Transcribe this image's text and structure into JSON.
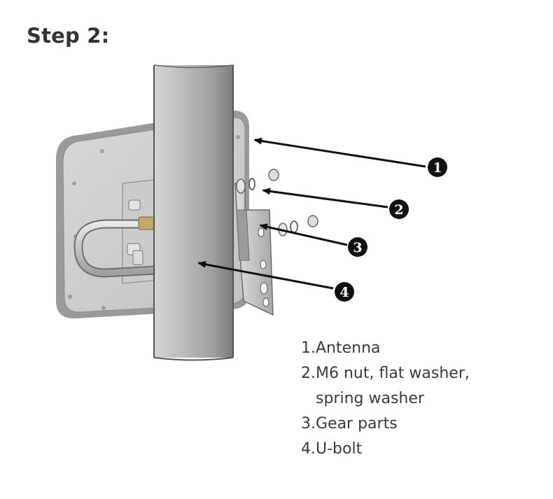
{
  "title": "Step 2:",
  "callouts": [
    {
      "number": "1"
    },
    {
      "number": "2"
    },
    {
      "number": "3"
    },
    {
      "number": "4"
    }
  ],
  "legend": [
    {
      "lines": [
        "1.Antenna"
      ]
    },
    {
      "lines": [
        "2.M6 nut, flat washer,",
        "spring washer"
      ]
    },
    {
      "lines": [
        "3.Gear parts"
      ]
    },
    {
      "lines": [
        "4.U-bolt"
      ]
    }
  ],
  "colors": {
    "title": "#333333",
    "text": "#3a3a3a",
    "arrow": "#111111",
    "pole": "#b5b5b5",
    "panel": "#d0d0d0"
  }
}
